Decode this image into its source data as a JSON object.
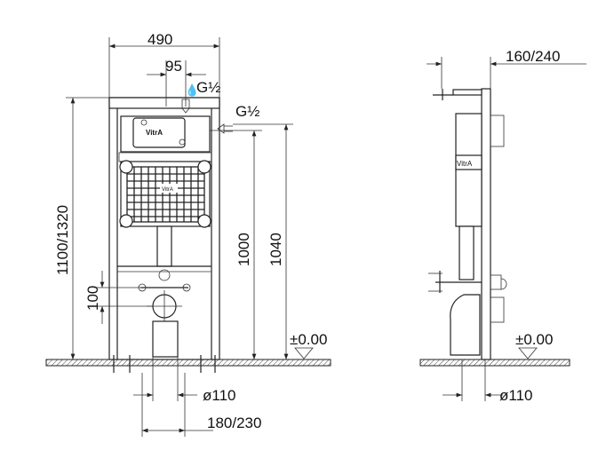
{
  "front_view": {
    "logo": "VitrA",
    "grid_logo": "VitrA",
    "dim_width": "490",
    "dim_offset": "95",
    "thread_top": "G½",
    "thread_side": "G½",
    "dim_height": "1100/1320",
    "dim_1000": "1000",
    "dim_1040": "1040",
    "dim_100": "100",
    "level": "±0.00",
    "dim_pipe": "ø110",
    "dim_outlet": "180/230"
  },
  "side_view": {
    "logo": "VitrA",
    "dim_depth": "160/240",
    "level": "±0.00",
    "dim_pipe": "ø110"
  },
  "colors": {
    "line": "#222222",
    "background": "#ffffff"
  }
}
